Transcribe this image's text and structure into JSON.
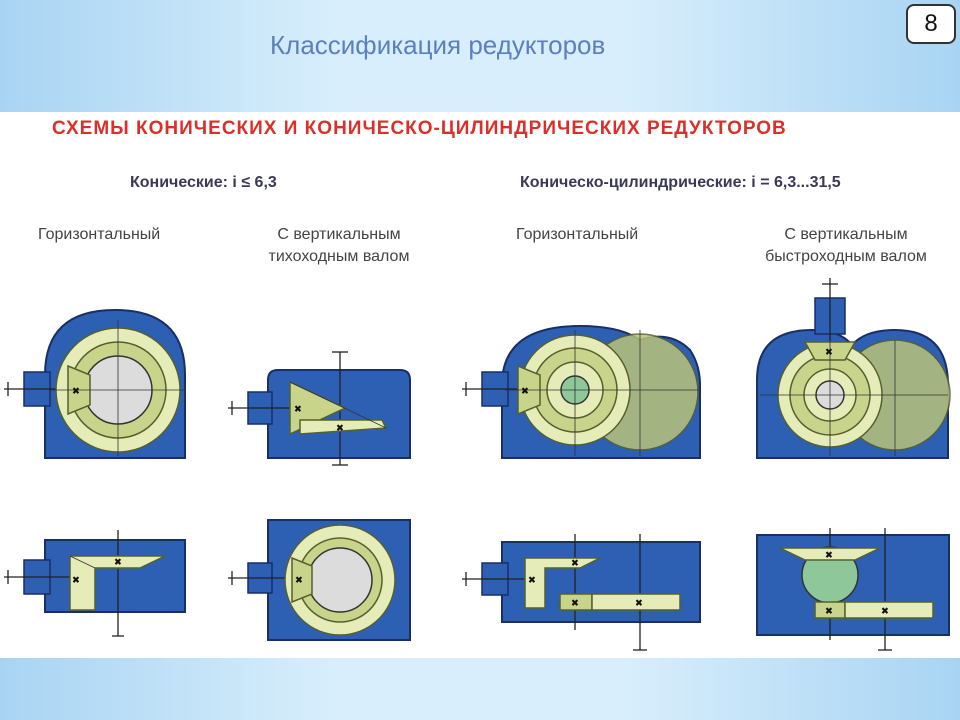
{
  "slide": {
    "title": "Классификация редукторов",
    "page_number": "8"
  },
  "figure": {
    "heading": "СХЕМЫ КОНИЧЕСКИХ И КОНИЧЕСКО-ЦИЛИНДРИЧЕСКИХ РЕДУКТОРОВ",
    "groups": [
      {
        "label": "Конические: i ≤ 6,3"
      },
      {
        "label": "Коническо-цилиндрические: i = 6,3...31,5"
      }
    ],
    "variants": [
      {
        "label_line1": "Горизонтальный",
        "label_line2": ""
      },
      {
        "label_line1": "С вертикальным",
        "label_line2": "тихоходным валом"
      },
      {
        "label_line1": "Горизонтальный",
        "label_line2": ""
      },
      {
        "label_line1": "С вертикальным",
        "label_line2": "быстроходным валом"
      }
    ]
  },
  "colors": {
    "housing_blue": "#2d5fb3",
    "housing_outline": "#1a2f66",
    "gear_light": "#e6ecb8",
    "gear_mid": "#c8d48a",
    "gear_shaded": "#b8c27a",
    "hub_gray": "#dcdcdc",
    "hub_green": "#8ec89a",
    "heading_red": "#d9312a"
  }
}
